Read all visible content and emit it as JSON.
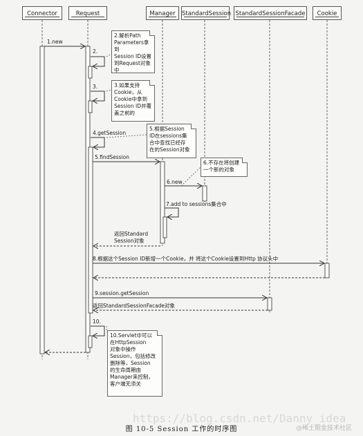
{
  "participants": [
    "Connector",
    "Request",
    "Manager",
    "StandardSession",
    "StandardSessionFacade",
    "Cookie"
  ],
  "messages": {
    "m1": "1.new",
    "m2": "2.",
    "m3": "3.",
    "m4": "4.getSession",
    "m5": "5.findSession",
    "m6": "6.new",
    "m7": "7.add to sessions集合中",
    "r_std1": "返回Standard",
    "r_std2": "Session对象",
    "m8": "8.根据这个Session ID新增一个Cookie，并 将这个Cookie设置到Http 协议头中",
    "m9": "9.session.getSession",
    "r_facade": "返回StandardSessionFacade对象",
    "m10": "10."
  },
  "notes": {
    "n2": "2.解析Path\nParameters拿到\nSession ID设置\n到Request对象\n中",
    "n3": "3.如果支持\nCookie，从\nCookie中拿到\nSession ID并覆\n盖之前的",
    "n5": "5.根据Session\nID在sessions集\n合中查找已经存\n在的Session对象",
    "n6": "6.不存在将创建\n一个新的对象",
    "n10": "10.Servlet中可以\n在HttpSession\n对象中操作\nSession，包括修改\n删除等，Session\n的生命周期由\nManager来控制，\n客户端无须关"
  },
  "caption": "图 10-5   Session 工作的时序图",
  "watermark": {
    "url": "https://blog.csdn.net/Danny_idea",
    "brand": "@稀土掘金技术社区"
  }
}
